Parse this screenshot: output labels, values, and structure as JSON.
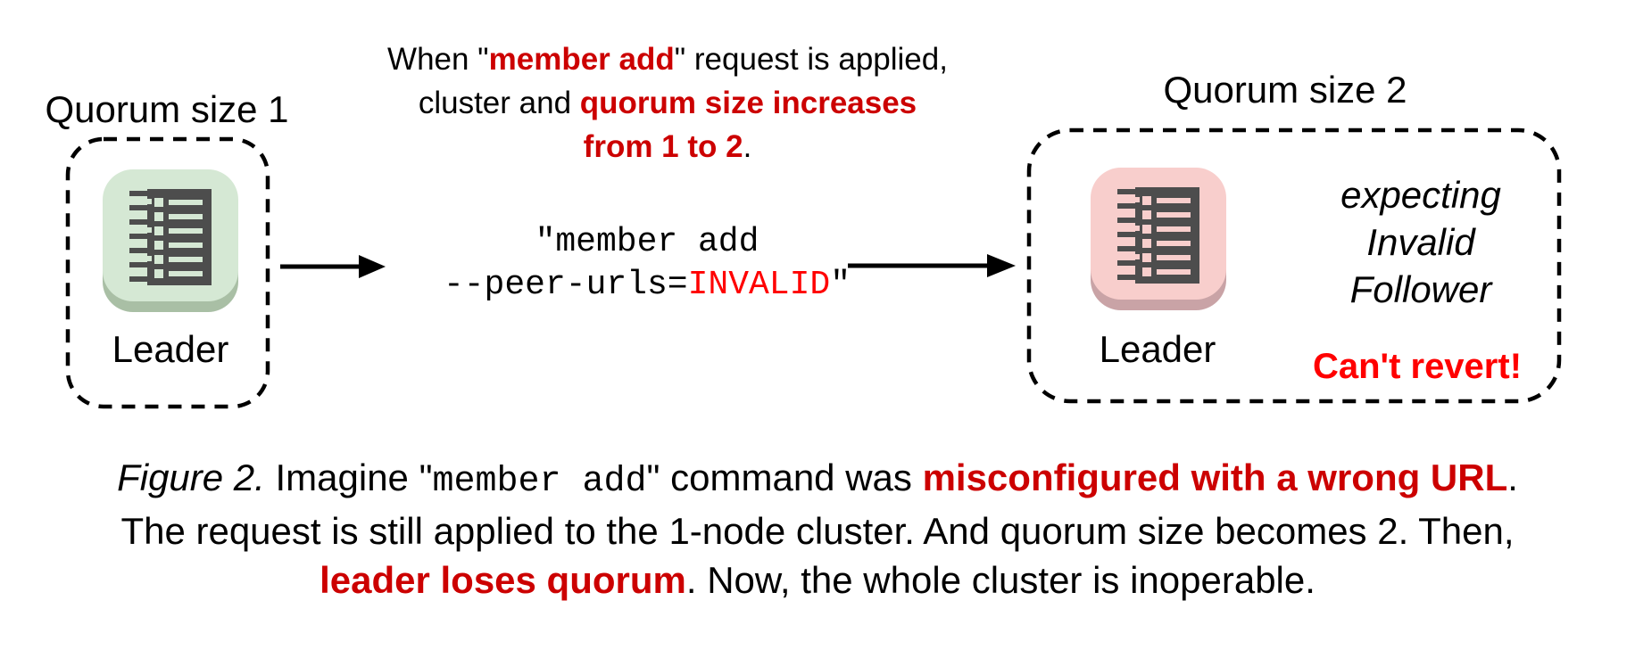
{
  "colors": {
    "background": "#ffffff",
    "text": "#000000",
    "accent_red_dark": "#cc0000",
    "accent_red_bright": "#ff0000",
    "node_green_fill": "#d5e8d4",
    "node_green_shadow": "#a9bfa5",
    "node_pink_fill": "#f8cecc",
    "node_pink_shadow": "#c9a3a6",
    "glyph_dark": "#4d4d4d"
  },
  "left_cluster": {
    "title": "Quorum size 1",
    "node_icon": "ledger-list-icon",
    "node_label": "Leader"
  },
  "transition": {
    "heading_l1a": "When \"",
    "heading_l1b": "member add",
    "heading_l1c": "\" request is applied,",
    "heading_l2a": "cluster and ",
    "heading_l2b": "quorum size increases",
    "heading_l3a": "from 1 to 2",
    "heading_l3b": ".",
    "code_l1": "\"member add",
    "code_l2a": "--peer-urls=",
    "code_l2b": "INVALID",
    "code_l2c": "\""
  },
  "right_cluster": {
    "title": "Quorum size 2",
    "node_icon": "ledger-list-icon",
    "node_label": "Leader",
    "expecting_line1": "expecting",
    "expecting_line2": "Invalid",
    "expecting_line3": "Follower",
    "warning": "Can't revert!"
  },
  "caption": {
    "figure_label": "Figure 2.",
    "l1a": " Imagine \"",
    "l1_code": "member add",
    "l1b": "\" command was ",
    "l1_red": "misconfigured with a wrong URL",
    "l1c": ".",
    "l2": "The request is still applied to the 1-node cluster. And quorum size becomes 2. Then,",
    "l3_red": "leader loses quorum",
    "l3a": ". Now, the whole cluster is inoperable."
  }
}
